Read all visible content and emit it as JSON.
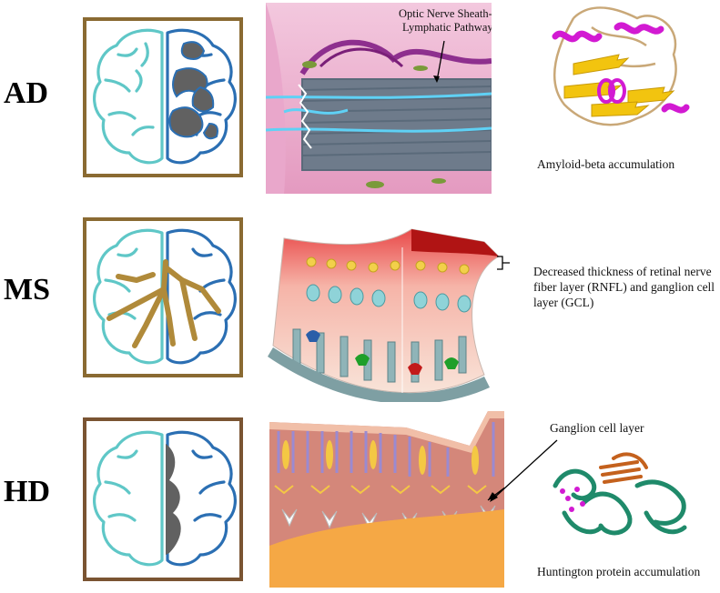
{
  "rows": [
    {
      "label": "AD",
      "caption": "Amyloid-beta accumulation"
    },
    {
      "label": "MS",
      "caption": "Decreased thickness of retinal nerve fiber layer (RNFL) and ganglion cell layer (GCL)"
    },
    {
      "label": "HD",
      "caption": "Huntington protein accumulation"
    }
  ],
  "annotations": {
    "optic_nerve": "Optic Nerve Sheath-\nLymphatic Pathway",
    "ganglion_layer": "Ganglion cell layer"
  },
  "colors": {
    "frame": "#8a6a32",
    "brain_left": "#5fc7c7",
    "brain_right": "#2b6fb3",
    "lesion": "#616161",
    "ms_tracts": "#b08a3a",
    "protein_gold": "#f2c40f",
    "protein_magenta": "#d21ad2",
    "huntingtin_green": "#1f8a6a",
    "huntingtin_orange": "#c4611d"
  }
}
